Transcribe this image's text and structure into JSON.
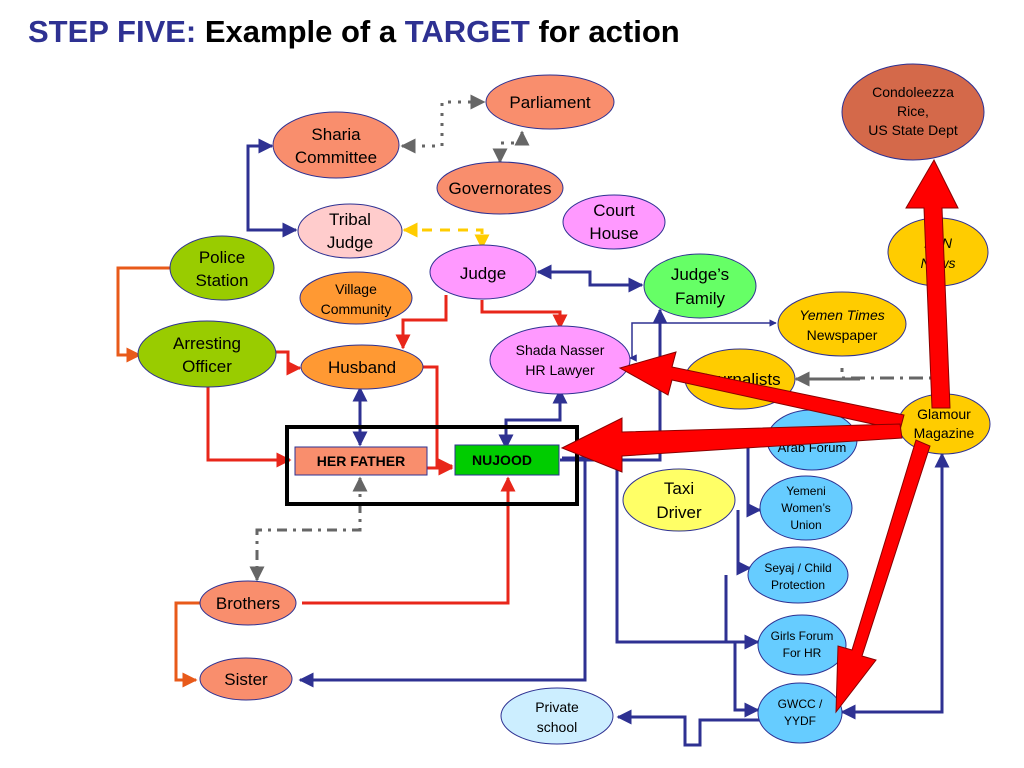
{
  "title": {
    "part1": "STEP FIVE:",
    "part2": " Example of a ",
    "part3": "TARGET",
    "part4": " for action"
  },
  "nodes": {
    "parliament": {
      "lines": [
        "Parliament"
      ]
    },
    "sharia": {
      "lines": [
        "Sharia",
        "Committee"
      ]
    },
    "governorates": {
      "lines": [
        "Governorates"
      ]
    },
    "tribal_judge": {
      "lines": [
        "Tribal",
        "Judge"
      ]
    },
    "court_house": {
      "lines": [
        "Court",
        "House"
      ]
    },
    "police_station": {
      "lines": [
        "Police",
        "Station"
      ]
    },
    "judge": {
      "lines": [
        "Judge"
      ]
    },
    "judges_family": {
      "lines": [
        "Judge’s",
        "Family"
      ]
    },
    "village_community": {
      "lines": [
        "Village",
        "Community"
      ]
    },
    "arresting_officer": {
      "lines": [
        "Arresting",
        "Officer"
      ]
    },
    "husband": {
      "lines": [
        "Husband"
      ]
    },
    "shada_nasser": {
      "lines": [
        "Shada Nasser",
        "HR Lawyer"
      ]
    },
    "yemen_times": {
      "lines": [
        "Yemen Times",
        "Newspaper"
      ]
    },
    "journalists": {
      "lines": [
        "Journalists"
      ]
    },
    "condoleezza": {
      "lines": [
        "Condoleezza",
        "Rice,",
        "US State Dept"
      ]
    },
    "irin_news": {
      "lines": [
        "IRIN",
        "News"
      ]
    },
    "glamour": {
      "lines": [
        "Glamour",
        "Magazine"
      ]
    },
    "arab_forum": {
      "lines": [
        "Arab Forum"
      ]
    },
    "her_father": {
      "lines": [
        "HER FATHER"
      ]
    },
    "nujood": {
      "lines": [
        "NUJOOD"
      ]
    },
    "taxi_driver": {
      "lines": [
        "Taxi",
        "Driver"
      ]
    },
    "yemeni_womens": {
      "lines": [
        "Yemeni",
        "Women’s",
        "Union"
      ]
    },
    "seyaj": {
      "lines": [
        "Seyaj / Child",
        "Protection"
      ]
    },
    "girls_forum": {
      "lines": [
        "Girls Forum",
        "For HR"
      ]
    },
    "brothers": {
      "lines": [
        "Brothers"
      ]
    },
    "sister": {
      "lines": [
        "Sister"
      ]
    },
    "private_school": {
      "lines": [
        "Private",
        "school"
      ]
    },
    "gwcc": {
      "lines": [
        "GWCC /",
        "YYDF"
      ]
    }
  },
  "colors": {
    "title_blue": "#2e3192",
    "salmon": "#f98e6d",
    "pink_light": "#ffcccc",
    "magenta_light": "#ff99ff",
    "green": "#66ff66",
    "olive_green": "#99cc00",
    "orange": "#ff9933",
    "yellow_orange": "#ffcc00",
    "yellow": "#ffff66",
    "sky_blue": "#66ccff",
    "pale_blue": "#cceeff",
    "dark_salmon": "#d4694a",
    "red_arrow": "#ff0000",
    "blue_line": "#2e3192",
    "gray_dash": "#666666",
    "gold_dash": "#ffcc00",
    "nujood_green": "#00cc00"
  }
}
